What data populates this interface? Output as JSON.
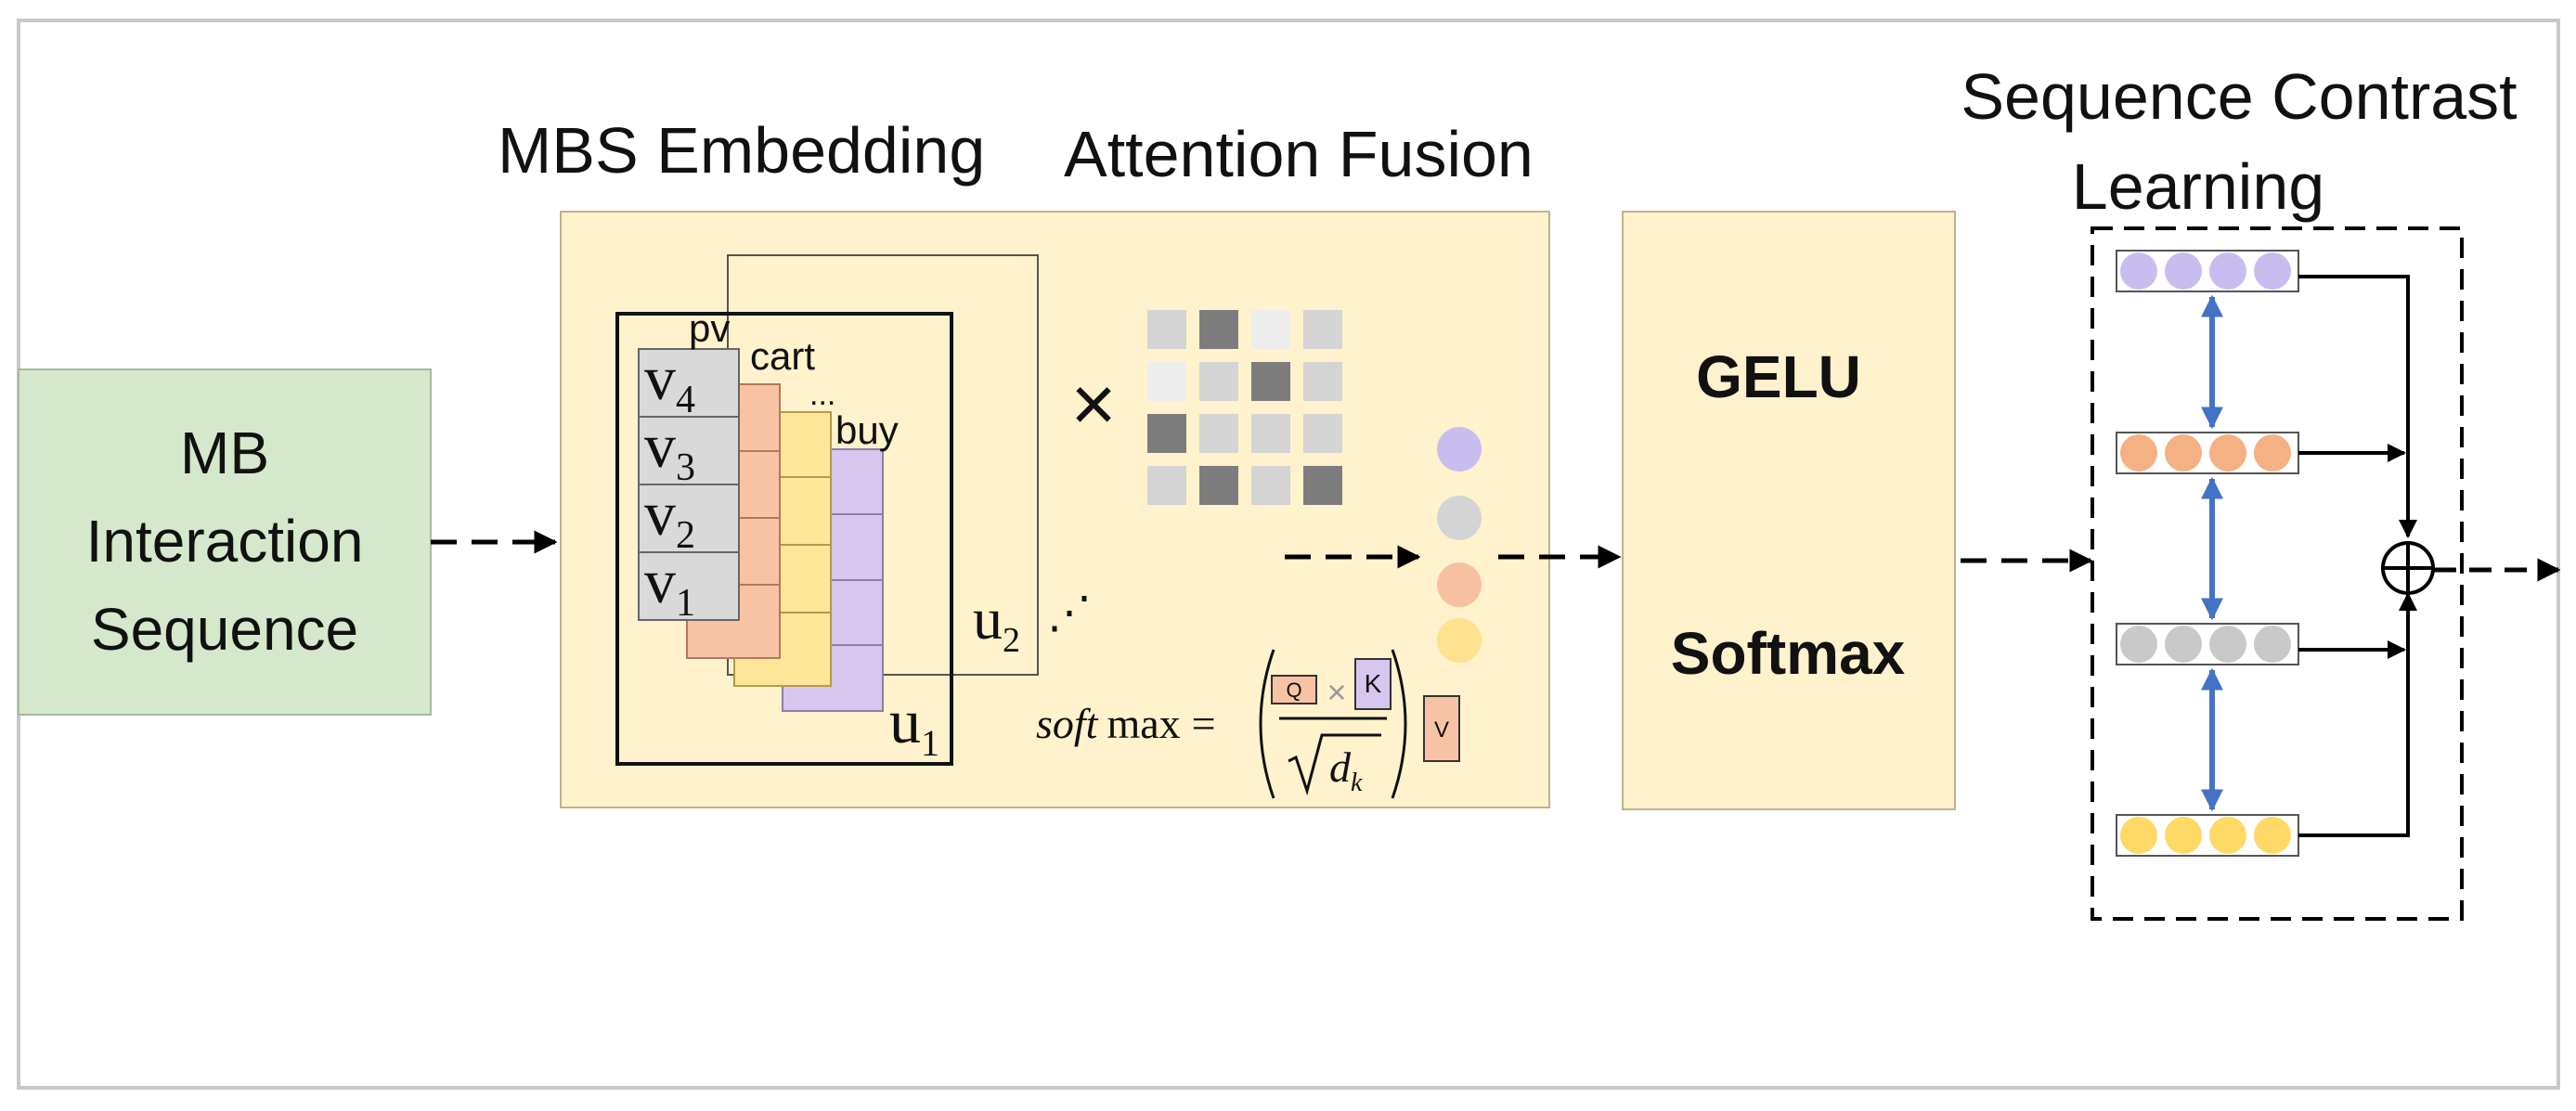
{
  "input_block": {
    "line1": "MB",
    "line2": "Interaction",
    "line3": "Sequence"
  },
  "titles": {
    "embedding": "MBS Embedding",
    "fusion": "Attention Fusion",
    "contrast_line1": "Sequence Contrast",
    "contrast_line2": "Learning"
  },
  "behaviors": {
    "pv": "pv",
    "cart": "cart",
    "ellipsis": "...",
    "buy": "buy"
  },
  "items": [
    {
      "base": "v",
      "sub": "4"
    },
    {
      "base": "v",
      "sub": "3"
    },
    {
      "base": "v",
      "sub": "2"
    },
    {
      "base": "v",
      "sub": "1"
    }
  ],
  "users": {
    "u1": {
      "base": "u",
      "sub": "1"
    },
    "u2": {
      "base": "u",
      "sub": "2"
    },
    "more": "⋰"
  },
  "operators": {
    "multiply": "×",
    "sum": "⊕"
  },
  "formula": {
    "soft": "soft",
    "max": "max",
    "equals": "=",
    "q": "Q",
    "times": "×",
    "k": "K",
    "d": "d",
    "k_sub": "k",
    "v": "V"
  },
  "activation": {
    "gelu": "GELU",
    "softmax": "Softmax"
  },
  "colors": {
    "input_fill": "#d5e8cb",
    "panel_fill": "#fff2cc",
    "gray": "#d9d9d9",
    "orange": "#f8c3a5",
    "yellow": "#ffe699",
    "purple": "#d7c6ee",
    "blue_arrow": "#4472c4",
    "dot_purple": "#c9bdf0",
    "dot_orange": "#f4b183",
    "dot_gray": "#c9c9c9",
    "dot_yellow": "#ffd966"
  }
}
